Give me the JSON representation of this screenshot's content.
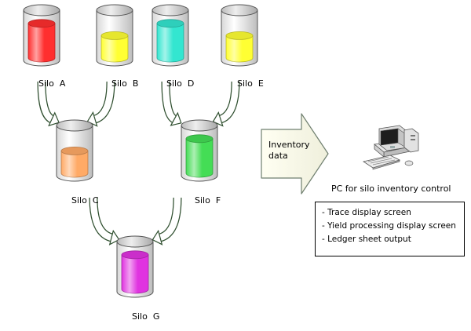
{
  "silos": [
    {
      "id": "A",
      "word": "Silo",
      "letter": "A",
      "color": "#ff2f2f",
      "fill": 0.85
    },
    {
      "id": "B",
      "word": "Silo",
      "letter": "B",
      "color": "#ffff33",
      "fill": 0.55
    },
    {
      "id": "D",
      "word": "Silo",
      "letter": "D",
      "color": "#33e6d0",
      "fill": 0.85
    },
    {
      "id": "E",
      "word": "Silo",
      "letter": "E",
      "color": "#ffff33",
      "fill": 0.55
    },
    {
      "id": "C",
      "word": "Silo",
      "letter": "C",
      "color": "#ffaa66",
      "fill": 0.55
    },
    {
      "id": "F",
      "word": "Silo",
      "letter": "F",
      "color": "#44dd55",
      "fill": 0.85
    },
    {
      "id": "G",
      "word": "Silo",
      "letter": "G",
      "color": "#e033e0",
      "fill": 0.85
    }
  ],
  "flows": [
    {
      "from": "A",
      "to": "C"
    },
    {
      "from": "B",
      "to": "C"
    },
    {
      "from": "D",
      "to": "F"
    },
    {
      "from": "E",
      "to": "F"
    },
    {
      "from": "C",
      "to": "G"
    },
    {
      "from": "F",
      "to": "G"
    }
  ],
  "data_flow": {
    "label": "Inventory\ndata"
  },
  "pc": {
    "title": "PC for silo inventory control",
    "icon": "desktop-computer-icon"
  },
  "functions": [
    "- Trace display screen",
    "- Yield processing display screen",
    "- Ledger sheet output"
  ]
}
